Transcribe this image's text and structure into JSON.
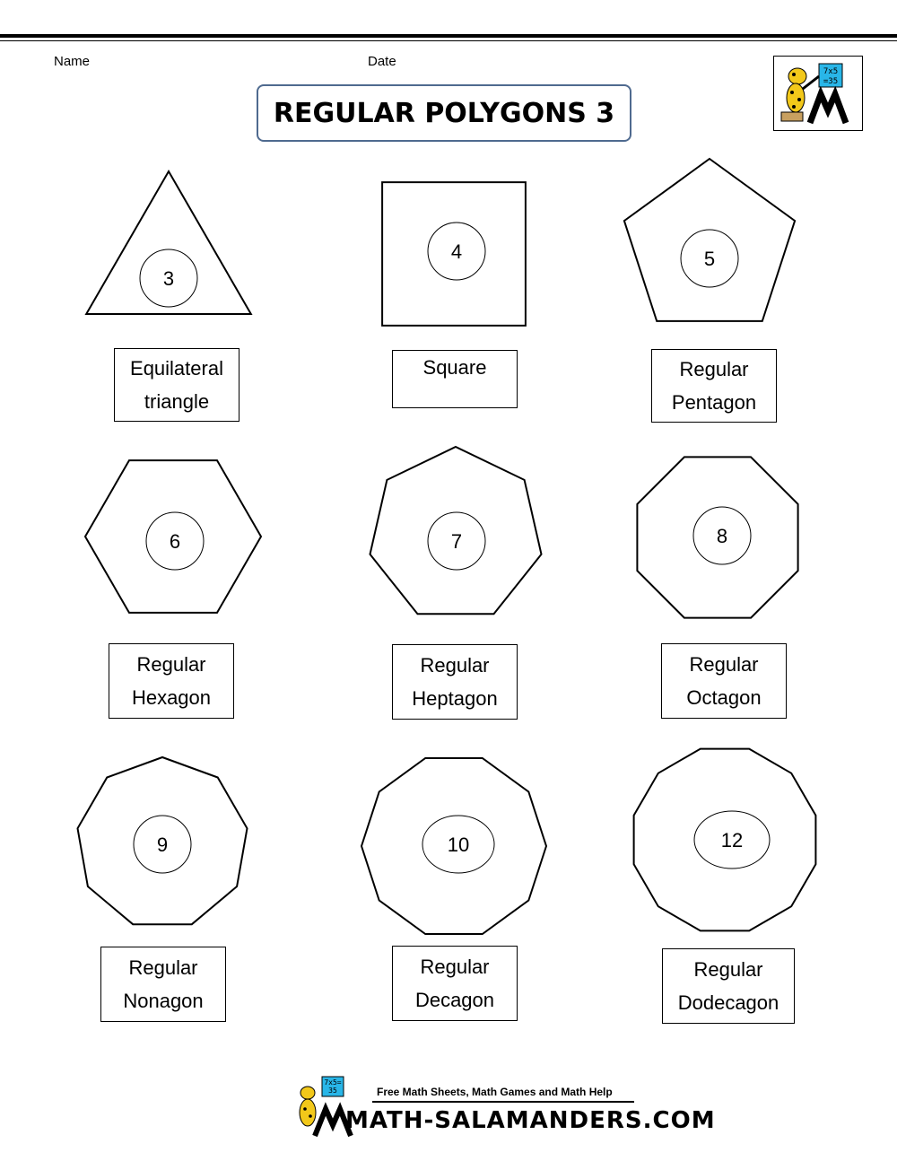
{
  "header": {
    "name_label": "Name",
    "date_label": "Date",
    "title": "REGULAR POLYGONS 3",
    "logo_icon": "salamander-teacher-icon",
    "logo_board_text": "7x5\n=35"
  },
  "shapes": [
    {
      "sides": 3,
      "number": "3",
      "name_lines": [
        "Equilateral",
        "triangle"
      ]
    },
    {
      "sides": 4,
      "number": "4",
      "name_lines": [
        "Square"
      ]
    },
    {
      "sides": 5,
      "number": "5",
      "name_lines": [
        "Regular",
        "Pentagon"
      ]
    },
    {
      "sides": 6,
      "number": "6",
      "name_lines": [
        "Regular",
        "Hexagon"
      ]
    },
    {
      "sides": 7,
      "number": "7",
      "name_lines": [
        "Regular",
        "Heptagon"
      ]
    },
    {
      "sides": 8,
      "number": "8",
      "name_lines": [
        "Regular",
        "Octagon"
      ]
    },
    {
      "sides": 9,
      "number": "9",
      "name_lines": [
        "Regular",
        "Nonagon"
      ]
    },
    {
      "sides": 10,
      "number": "10",
      "name_lines": [
        "Regular",
        "Decagon"
      ]
    },
    {
      "sides": 12,
      "number": "12",
      "name_lines": [
        "Regular",
        "Dodecagon"
      ]
    }
  ],
  "footer": {
    "tagline": "Free Math Sheets, Math Games and Math Help",
    "site": "MATH-SALAMANDERS.COM",
    "logo_icon": "salamander-logo-icon",
    "logo_board_text": "7x5\n=35"
  },
  "colors": {
    "title_border": "#4f6a8f",
    "logo_board": "#29b6e8",
    "salamander": "#f2c81a"
  }
}
